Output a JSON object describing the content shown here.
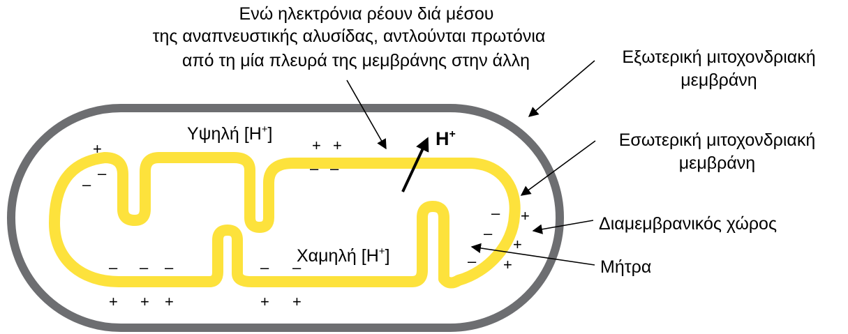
{
  "caption": {
    "line1": "Ενώ ηλεκτρόνια ρέουν διά μέσου",
    "line2": "της αναπνευστικής αλυσίδας, αντλούνται πρωτόνια",
    "line3": "από τη μία πλευρά της μεμβράνης στην άλλη"
  },
  "labels": {
    "outer_line1": "Εξωτερική μιτοχονδριακή",
    "outer_line2": "μεμβράνη",
    "inner_line1": "Εσωτερική μιτοχονδριακή",
    "inner_line2": "μεμβράνη",
    "intermembrane": "Διαμεμβρανικός χώρος",
    "matrix": "Μήτρα"
  },
  "regions": {
    "high_prefix": "Υψηλή [H",
    "low_prefix": "Χαμηλή [H",
    "sup": "+",
    "suffix": "]"
  },
  "proton": {
    "symbol": "H",
    "sup": "+"
  },
  "charges": {
    "plus": "+",
    "minus": "–"
  },
  "colors": {
    "outer_membrane": "#6d6e71",
    "inner_membrane": "#fde23c",
    "text": "#000000"
  }
}
